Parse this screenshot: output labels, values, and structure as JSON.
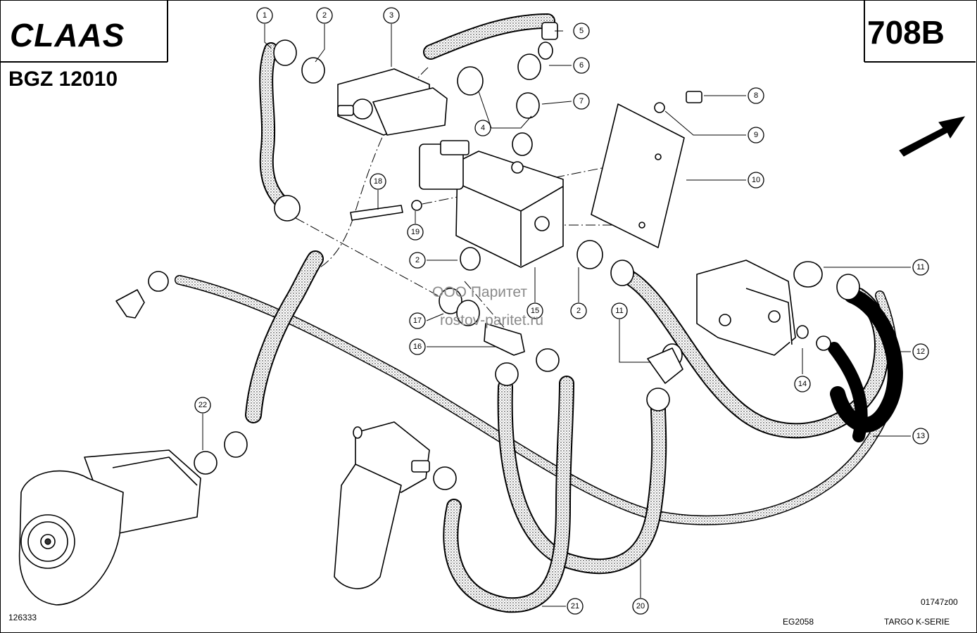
{
  "header": {
    "brand": "CLAAS",
    "group_code": "BGZ 12010",
    "page_code": "708B"
  },
  "watermark": {
    "line1": "ООО Паритет",
    "line2": "rostov-paritet.ru"
  },
  "footer": {
    "image_number": "126333",
    "drawing_code": "EG2058",
    "revision": "01747z00",
    "series": "TARGO K-SERIE"
  },
  "callouts": [
    {
      "label": "1"
    },
    {
      "label": "2"
    },
    {
      "label": "3"
    },
    {
      "label": "5"
    },
    {
      "label": "6"
    },
    {
      "label": "7"
    },
    {
      "label": "4"
    },
    {
      "label": "8"
    },
    {
      "label": "9"
    },
    {
      "label": "10"
    },
    {
      "label": "18"
    },
    {
      "label": "19"
    },
    {
      "label": "2"
    },
    {
      "label": "15"
    },
    {
      "label": "2"
    },
    {
      "label": "17"
    },
    {
      "label": "16"
    },
    {
      "label": "11"
    },
    {
      "label": "11"
    },
    {
      "label": "12"
    },
    {
      "label": "14"
    },
    {
      "label": "13"
    },
    {
      "label": "22"
    },
    {
      "label": "21"
    },
    {
      "label": "20"
    }
  ]
}
